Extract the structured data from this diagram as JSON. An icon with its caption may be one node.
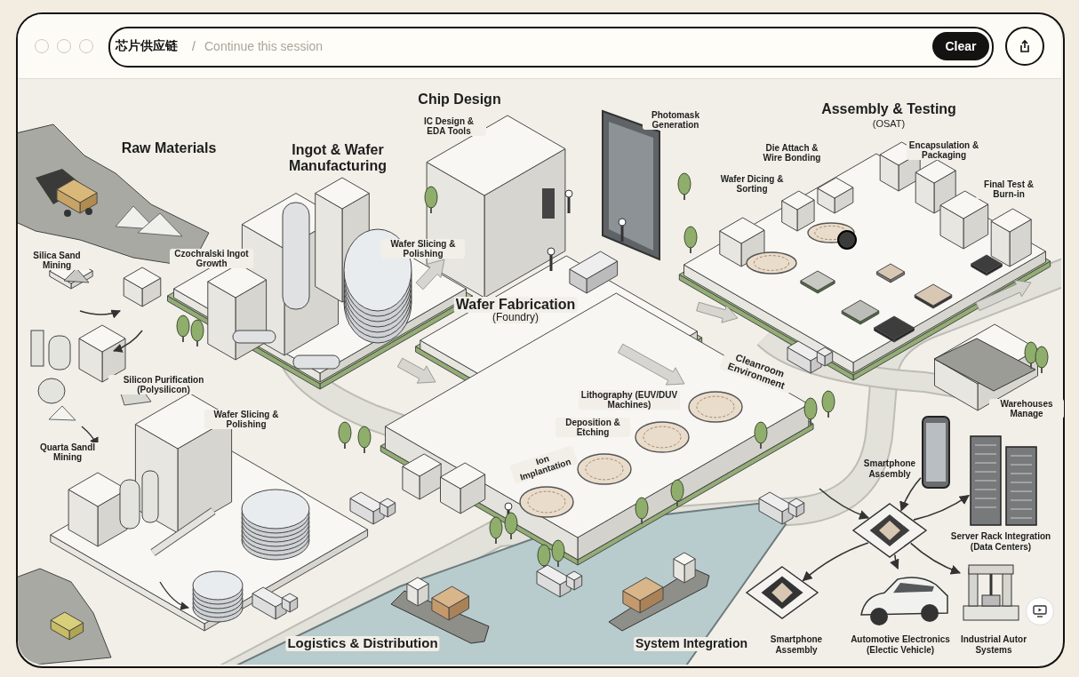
{
  "diagram": {
    "nodes": [
      {
        "text": [],
        "shape": "picture",
        "beside": [
          "Smartphone Assembly"
        ]
      },
      {
        "text": [],
        "shape": "picture"
      },
      {
        "text": [],
        "shape": "picture",
        "beside": [
          "Server Rack Integration (Data Centers)"
        ]
      },
      {
        "text": [],
        "shape": "picture",
        "beside": [
          "Smartphone Assembly"
        ]
      },
      {
        "text": [],
        "shape": "picture",
        "beside": [
          "Automotive Electronics (Electic Vehicle)"
        ]
      },
      {
        "text": [],
        "shape": "picture",
        "beside": [
          "Industrial Autor Systems"
        ]
      }
    ],
    "edges": [
      {
        "from": 0,
        "to": 1,
        "arrow": "to"
      },
      {
        "from": 1,
        "to": 2,
        "arrow": "to"
      },
      {
        "from": 1,
        "to": 3,
        "arrow": "to"
      },
      {
        "from": 1,
        "to": 4,
        "arrow": "to"
      },
      {
        "from": 1,
        "to": 5,
        "arrow": "to"
      },
      {
        "from": null,
        "to": 1,
        "arrow": "to"
      }
    ],
    "labels": [
      "芯片供应链",
      "/",
      "Continue this session",
      "Clear",
      "Raw Materials",
      "Silica Sand Mining",
      "Czochralski Ingot Growth",
      "Ingot & Wafer Manufacturing",
      "Silicon Purification (Polysilicon)",
      "Quarta Sandl Mining",
      "Wafer Slicing & Polishing",
      "Wafer Slicing & Polishing",
      "Chip Design",
      "IC Design & EDA Tools",
      "Photomask Generation",
      "Assembly & Testing",
      "(OSAT)",
      "Die Attach & Wire Bonding",
      "Encapsulation & Packaging",
      "Wafer Dicing & Sorting",
      "Final Test & Burn-in",
      "Wafer Fabrication",
      "(Foundry)",
      "Cleanroom Environment",
      "Lithography (EUV/DUV Machines)",
      "Deposition & Etching",
      "Ion Implantation",
      "Warehouses Manage",
      "Logistics & Distribution",
      "System Integration"
    ]
  }
}
